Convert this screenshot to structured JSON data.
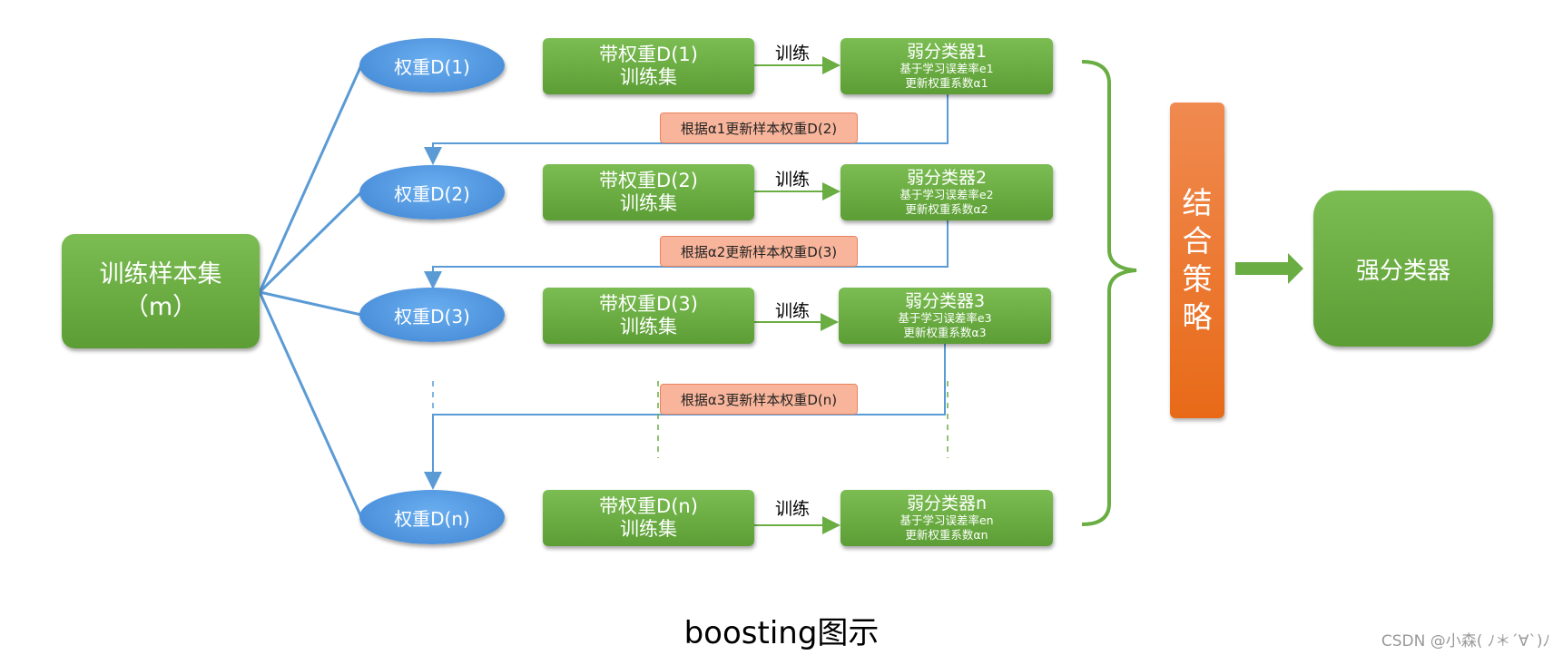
{
  "root": {
    "line1": "训练样本集",
    "line2": "（m）"
  },
  "rows": [
    {
      "weight": "权重D(1)",
      "trainset_1": "带权重D(1)",
      "trainset_2": "训练集",
      "train": "训练",
      "clf_1": "弱分类器1",
      "clf_2": "基于学习误差率e1",
      "clf_3": "更新权重系数α1"
    },
    {
      "weight": "权重D(2)",
      "trainset_1": "带权重D(2)",
      "trainset_2": "训练集",
      "train": "训练",
      "clf_1": "弱分类器2",
      "clf_2": "基于学习误差率e2",
      "clf_3": "更新权重系数α2"
    },
    {
      "weight": "权重D(3)",
      "trainset_1": "带权重D(3)",
      "trainset_2": "训练集",
      "train": "训练",
      "clf_1": "弱分类器3",
      "clf_2": "基于学习误差率e3",
      "clf_3": "更新权重系数α3"
    },
    {
      "weight": "权重D(n)",
      "trainset_1": "带权重D(n)",
      "trainset_2": "训练集",
      "train": "训练",
      "clf_1": "弱分类器n",
      "clf_2": "基于学习误差率en",
      "clf_3": "更新权重系数αn"
    }
  ],
  "updates": [
    "根据α1更新样本权重D(2)",
    "根据α2更新样本权重D(3)",
    "根据α3更新样本权重D(n)"
  ],
  "strategy": [
    "结",
    "合",
    "策",
    "略"
  ],
  "strong": "强分类器",
  "caption": "boosting图示",
  "watermark": "CSDN @小森( ﾉ＊´∀`)ﾉ",
  "colors": {
    "green": "#6aad43",
    "blue": "#4d93dd",
    "orange": "#ec7a2e",
    "salmon": "#f8b59b",
    "line_blue": "#5b9bd5"
  }
}
